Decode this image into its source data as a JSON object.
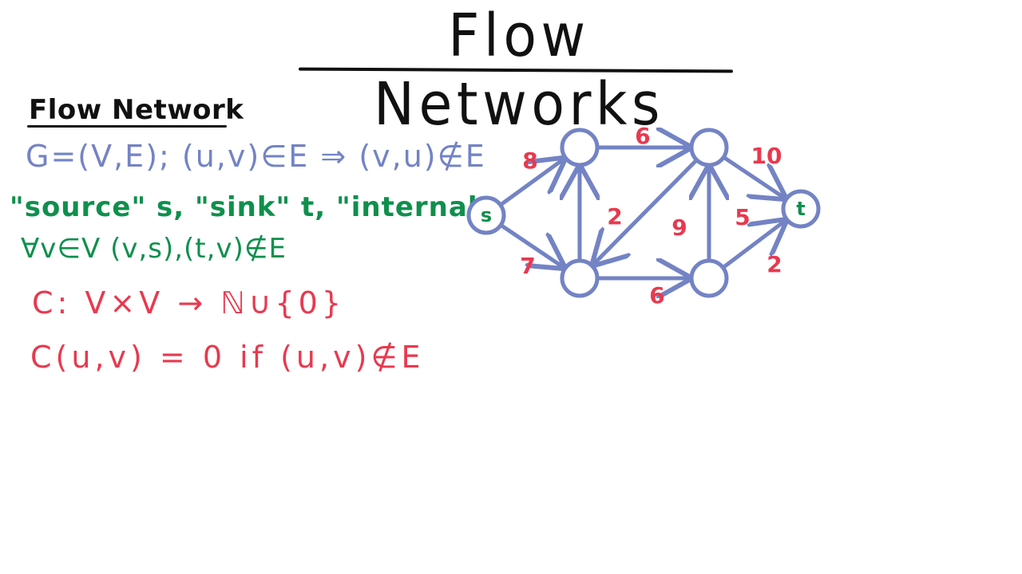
{
  "title": "Flow Networks",
  "heading": "Flow Network",
  "notes": {
    "line1": "G=(V,E); (u,v)∈E ⇒ (v,u)∉E",
    "line2": "\"source\" s, \"sink\" t, \"internal\"",
    "line3": "∀v∈V (v,s),(t,v)∉E",
    "line4": "C: V×V → ℕ∪{0}",
    "line5": "C(u,v) = 0  if (u,v)∉E"
  },
  "colors": {
    "ink": "#111111",
    "graph": "#7383c4",
    "green": "#0f8f4d",
    "red": "#e8394f"
  },
  "graph": {
    "nodes": [
      {
        "id": "s",
        "label": "s"
      },
      {
        "id": "a",
        "label": ""
      },
      {
        "id": "b",
        "label": ""
      },
      {
        "id": "c",
        "label": ""
      },
      {
        "id": "d",
        "label": ""
      },
      {
        "id": "t",
        "label": "t"
      }
    ],
    "edges": [
      {
        "from": "s",
        "to": "a",
        "capacity": "8"
      },
      {
        "from": "s",
        "to": "b",
        "capacity": "7"
      },
      {
        "from": "b",
        "to": "a",
        "capacity": "2"
      },
      {
        "from": "a",
        "to": "c",
        "capacity": "6"
      },
      {
        "from": "c",
        "to": "b",
        "capacity": "9"
      },
      {
        "from": "b",
        "to": "d",
        "capacity": "6"
      },
      {
        "from": "d",
        "to": "c",
        "capacity": "5"
      },
      {
        "from": "c",
        "to": "t",
        "capacity": "10"
      },
      {
        "from": "d",
        "to": "t",
        "capacity": "2"
      }
    ]
  }
}
